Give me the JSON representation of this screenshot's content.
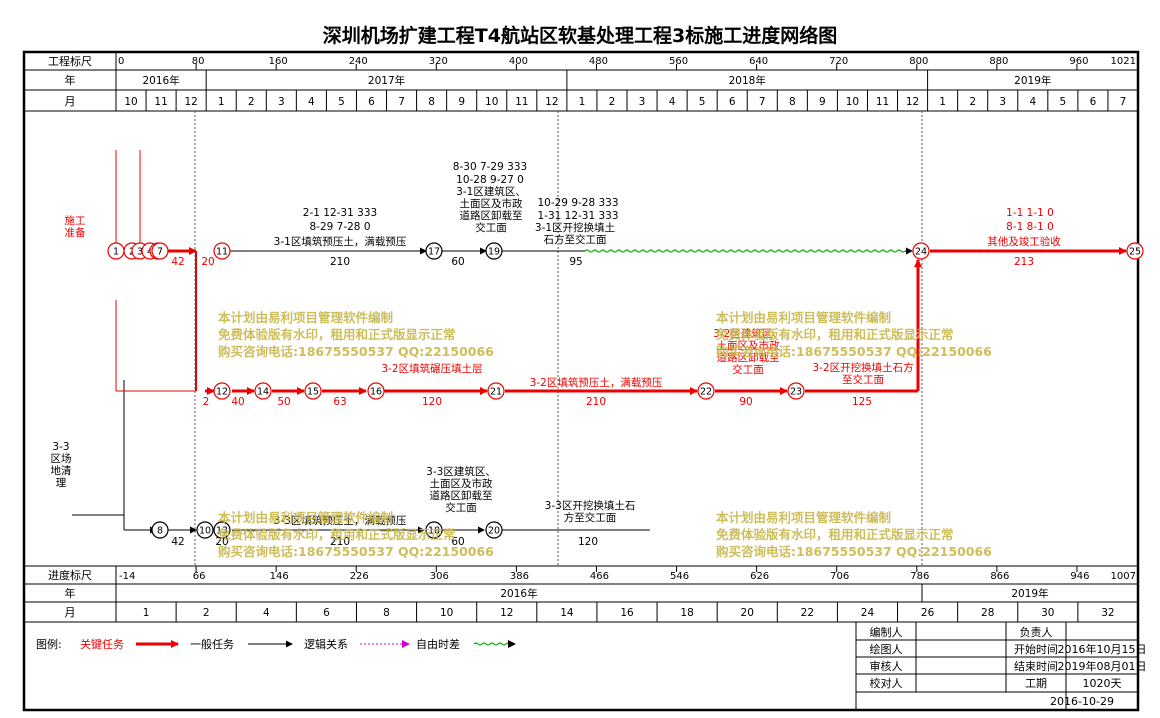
{
  "title": "深圳机场扩建工程T4航站区软基处理工程3标施工进度网络图",
  "header_labels": {
    "scale": "工程标尺",
    "year": "年",
    "month": "月",
    "progress_scale": "进度标尺",
    "year2": "年",
    "month2": "月"
  },
  "top_scale_ticks": [
    "0",
    "80",
    "160",
    "240",
    "320",
    "400",
    "480",
    "560",
    "640",
    "720",
    "800",
    "880",
    "960",
    "1021"
  ],
  "top_years": [
    "2016年",
    "2017年",
    "2018年",
    "2019年"
  ],
  "top_months": [
    "10",
    "11",
    "12",
    "1",
    "2",
    "3",
    "4",
    "5",
    "6",
    "7",
    "8",
    "9",
    "10",
    "11",
    "12",
    "1",
    "2",
    "3",
    "4",
    "5",
    "6",
    "7",
    "8",
    "9",
    "10",
    "11",
    "12",
    "1",
    "2",
    "3",
    "4",
    "5",
    "6",
    "7"
  ],
  "bottom_scale_ticks": [
    "-14",
    "66",
    "146",
    "226",
    "306",
    "386",
    "466",
    "546",
    "626",
    "706",
    "786",
    "866",
    "946",
    "1007"
  ],
  "bottom_years": [
    "2016年",
    "2019年"
  ],
  "bottom_months": [
    "1",
    "2",
    "4",
    "6",
    "8",
    "10",
    "12",
    "14",
    "16",
    "18",
    "20",
    "22",
    "24",
    "26",
    "28",
    "30",
    "32"
  ],
  "nodes": [
    "1",
    "2",
    "3",
    "4",
    "5",
    "7",
    "8",
    "10",
    "11",
    "12",
    "13",
    "14",
    "15",
    "16",
    "17",
    "18",
    "19",
    "20",
    "21",
    "22",
    "23",
    "24",
    "25"
  ],
  "task_labels": {
    "prep": "施工准备",
    "l1_fill": "3-1区填筑预压土，满载预压",
    "l1_fill_dur": "210",
    "l1_fill_dates": "2-1 12-31 333",
    "l1_fill_dates2": "8-29 7-28 0",
    "l1_dur60": "60",
    "l1_dur95": "95",
    "l1_build": "3-1区建筑区、土面区及市政道路区卸载至交工面",
    "l1_build_dates": "8-30 7-29 333",
    "l1_build_dates2": "10-28 9-27 0",
    "l1_dig": "3-1区开挖换填土石方至交工面",
    "l1_dig_dates": "10-29 9-28 333",
    "l1_dig_dates2": "1-31 12-31 333",
    "l1_dur42": "42",
    "l1_dur20": "20",
    "l2_fill": "3-2区填筑预压土，满载预压",
    "l2_fill_dur": "210",
    "l2_dur2": "2",
    "l2_dur40": "40",
    "l2_dur50": "50",
    "l2_dur63": "63",
    "l2_dur120": "120",
    "l2_dur90": "90",
    "l2_dur125": "125",
    "l2_fillsoil": "3-2区填筑碾压填土层",
    "l2_build": "3-2区建筑区、土面区及市政道路区卸载至交工面",
    "l2_dig": "3-2区开挖换填土石方至交工面",
    "l3_fill": "3-3区填筑预压土，满载预压",
    "l3_fill_dur": "210",
    "l3_build": "3-3区建筑区、土面区及市政道路区卸载至交工面",
    "l3_dig": "3-3区开挖换填土石方至交工面",
    "l3_dur60": "60",
    "l3_dur120": "120",
    "l3_dur42": "42",
    "l3_dur20": "20",
    "l3_clear": "3-3区场地清理",
    "final": "其他及竣工验收",
    "final_dur": "213",
    "final_dates": "1-1 1-1 0",
    "final_dates2": "8-1 8-1 0"
  },
  "watermark": [
    "本计划由易利项目管理软件编制",
    "免费体验版有水印，租用和正式版显示正常",
    "购买咨询电话:18675550537 QQ:22150066"
  ],
  "legend": {
    "title": "图例:",
    "critical": "关键任务",
    "normal": "一般任务",
    "logic": "逻辑关系",
    "float": "自由时差"
  },
  "info": {
    "maker_label": "编制人",
    "drawer_label": "绘图人",
    "reviewer_label": "审核人",
    "checker_label": "校对人",
    "owner_label": "负责人",
    "start_label": "开始时间",
    "start_value": "2016年10月15日",
    "end_label": "结束时间",
    "end_value": "2019年08月01日",
    "period_label": "工期",
    "period_value": "1020天",
    "date": "2016-10-29"
  },
  "colors": {
    "critical": "#ee0000",
    "normal": "#000000",
    "float": "#00aa00",
    "watermark": "#c8b84a"
  }
}
